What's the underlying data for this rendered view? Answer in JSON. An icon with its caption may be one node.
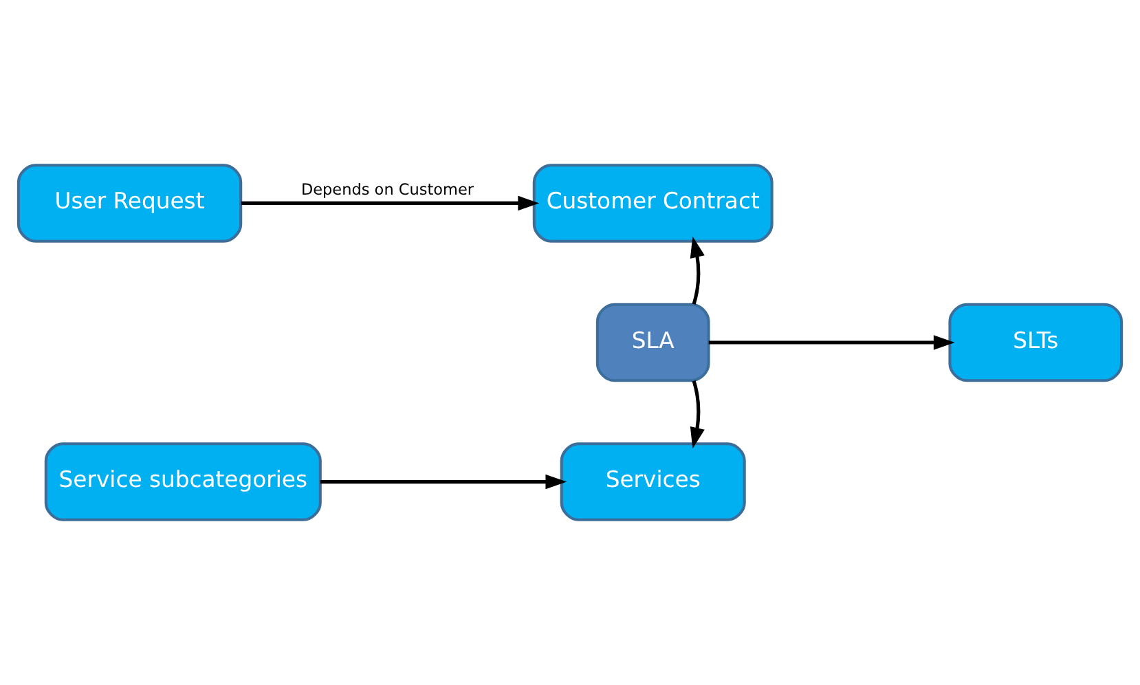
{
  "diagram": {
    "nodes": [
      {
        "text": [
          "User Request"
        ]
      },
      {
        "text": [
          "Customer Contract"
        ]
      },
      {
        "text": [
          "SLA"
        ]
      },
      {
        "text": [
          "SLTs"
        ]
      },
      {
        "text": [
          "Services"
        ]
      },
      {
        "text": [
          "Service subcategories"
        ]
      }
    ],
    "edges": [
      {
        "from": 0,
        "to": 1,
        "arrow": "to",
        "label": "Depends on Customer"
      },
      {
        "from": 2,
        "to": 1,
        "arrow": "to"
      },
      {
        "from": 2,
        "to": 3,
        "arrow": "to"
      },
      {
        "from": 2,
        "to": 4,
        "arrow": "to"
      },
      {
        "from": 5,
        "to": 4,
        "arrow": "to"
      }
    ]
  }
}
